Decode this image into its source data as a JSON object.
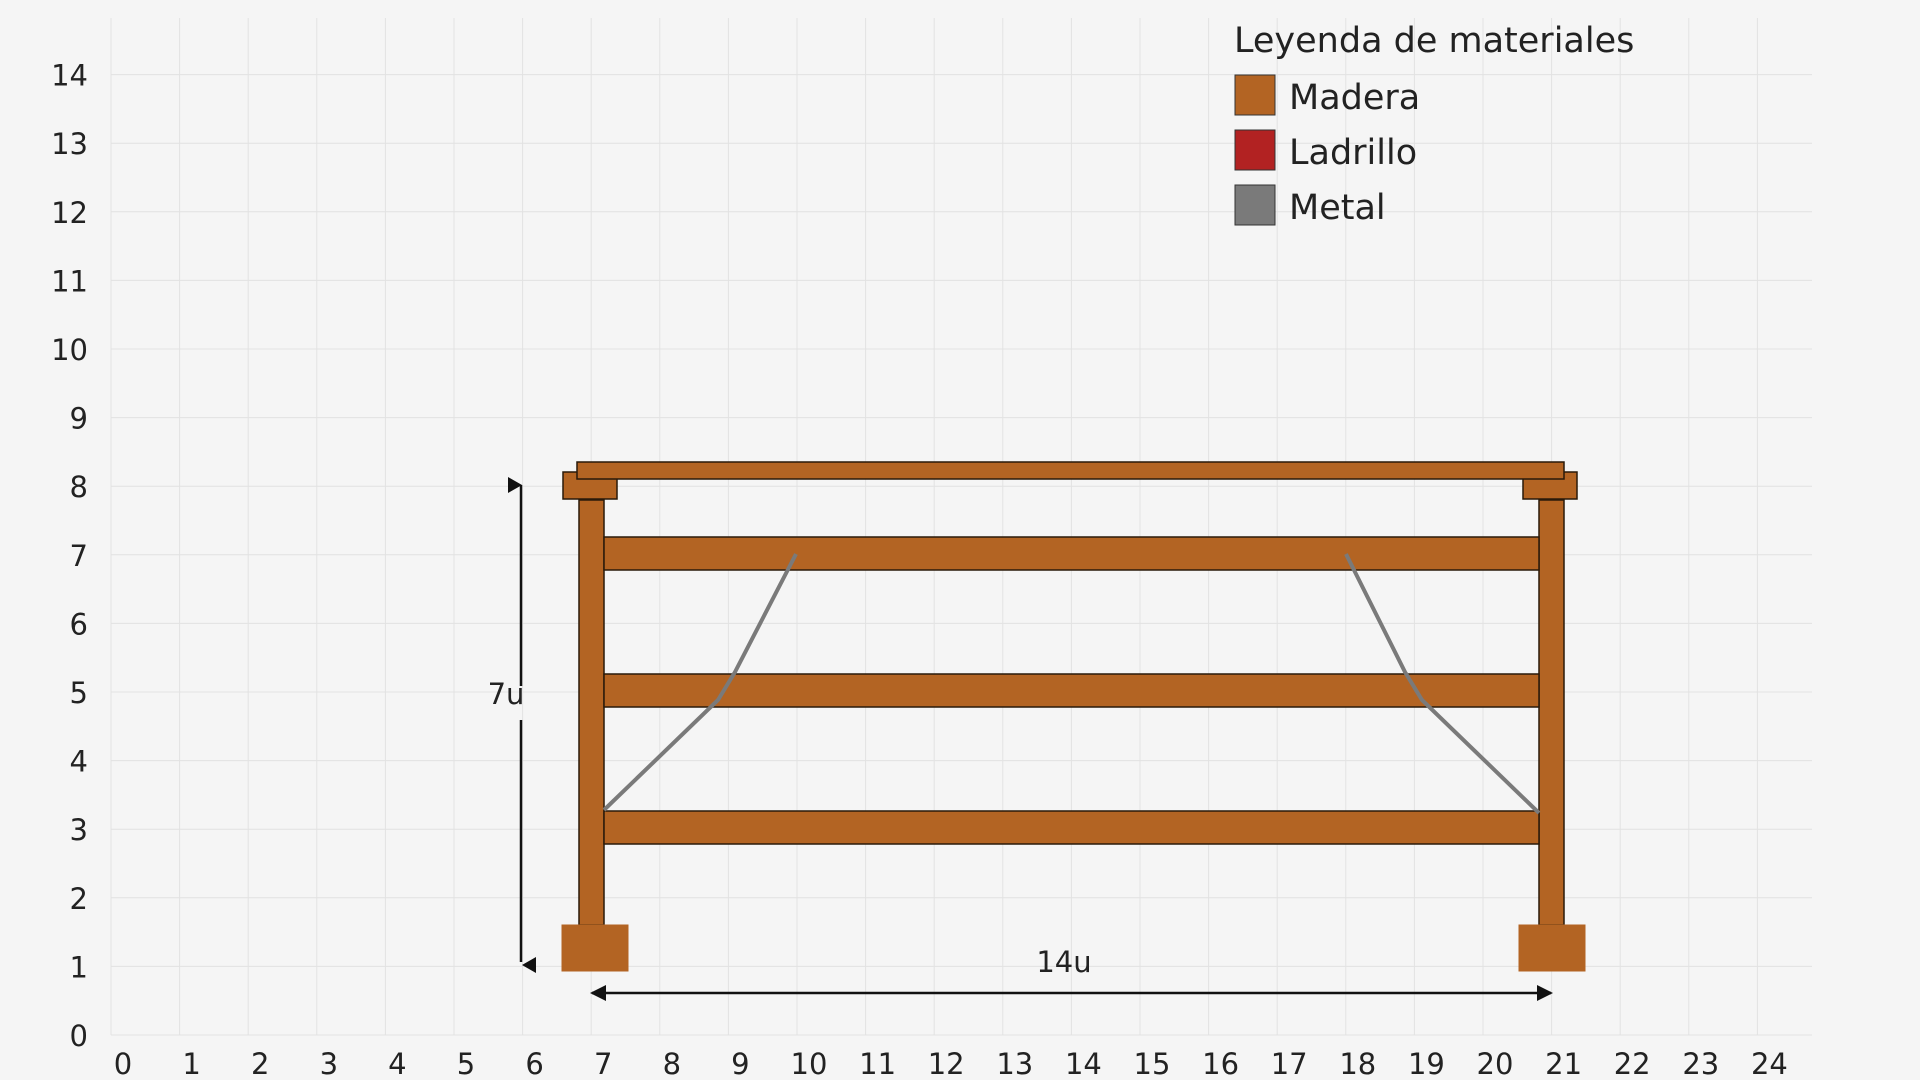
{
  "diagram": {
    "x_ticks": [
      "0",
      "1",
      "2",
      "3",
      "4",
      "5",
      "6",
      "7",
      "8",
      "9",
      "10",
      "11",
      "12",
      "13",
      "14",
      "15",
      "16",
      "17",
      "18",
      "19",
      "20",
      "21",
      "22",
      "23",
      "24"
    ],
    "y_ticks": [
      "0",
      "1",
      "2",
      "3",
      "4",
      "5",
      "6",
      "7",
      "8",
      "9",
      "10",
      "11",
      "12",
      "13",
      "14"
    ],
    "legend": {
      "title": "Leyenda de materiales",
      "items": [
        {
          "label": "Madera",
          "color": "#b36423"
        },
        {
          "label": "Ladrillo",
          "color": "#b22222"
        },
        {
          "label": "Metal",
          "color": "#7a7a7a"
        }
      ]
    },
    "dimensions": {
      "height_label": "7u",
      "width_label": "14u"
    },
    "colors": {
      "wood": "#b36423",
      "metal": "#7a7a7a",
      "grid": "#e2e2e2",
      "outline": "#2a1a0a"
    }
  }
}
